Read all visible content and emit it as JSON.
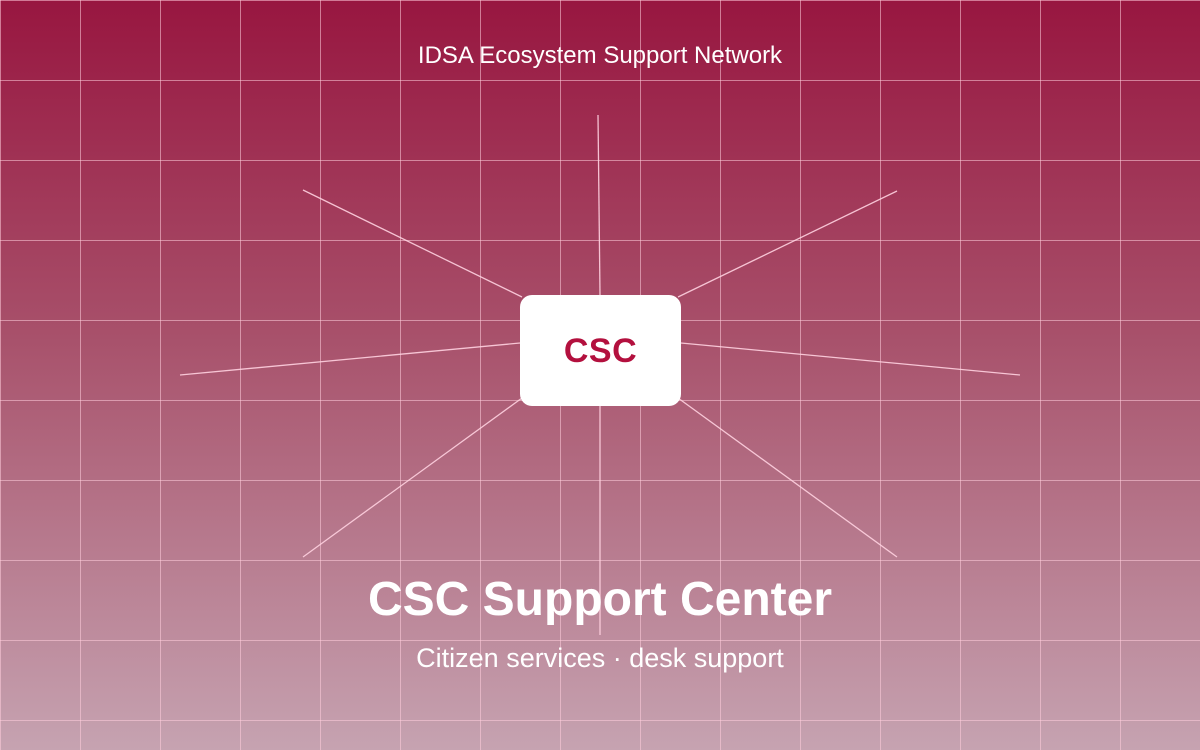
{
  "header": {
    "network_label": "IDSA Ecosystem Support Network"
  },
  "hub": {
    "label": "CSC"
  },
  "footer": {
    "title": "CSC Support Center",
    "subtitle": "Citizen services · desk support"
  },
  "colors": {
    "gradient_top": "#981640",
    "gradient_bottom": "#c6a3b1",
    "hub_background": "#ffffff",
    "hub_text": "#b3103e",
    "line": "#ffd2e0"
  }
}
